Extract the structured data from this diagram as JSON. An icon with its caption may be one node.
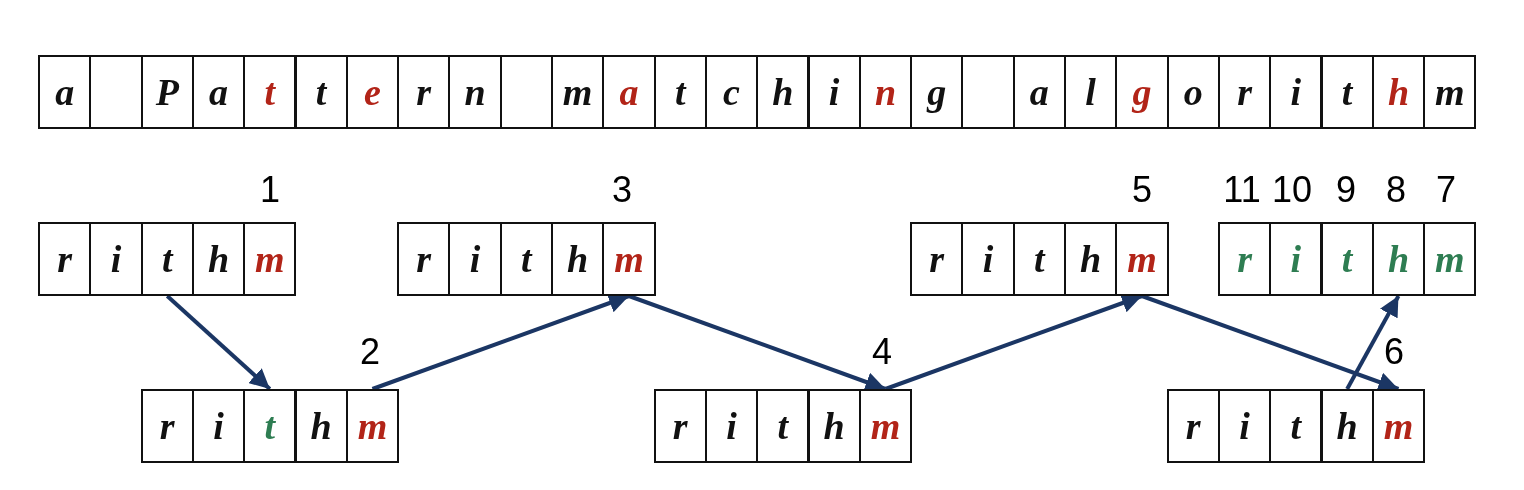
{
  "diagram": {
    "nodes": [
      {
        "text": [
          "a"
        ]
      },
      {
        "text": [],
        "shape": "box"
      },
      {
        "text": [
          "P"
        ]
      },
      {
        "text": [
          "a"
        ]
      },
      {
        "text": [
          "t"
        ]
      },
      {
        "text": [
          "t"
        ]
      },
      {
        "text": [
          "e"
        ]
      },
      {
        "text": [
          "r"
        ]
      },
      {
        "text": [
          "n"
        ]
      },
      {
        "text": [],
        "shape": "box"
      },
      {
        "text": [
          "m"
        ]
      },
      {
        "text": [
          "a"
        ]
      },
      {
        "text": [
          "t"
        ]
      },
      {
        "text": [
          "c"
        ]
      },
      {
        "text": [
          "h"
        ]
      },
      {
        "text": [
          "i"
        ]
      },
      {
        "text": [
          "n"
        ]
      },
      {
        "text": [
          "g"
        ]
      },
      {
        "text": [],
        "shape": "box"
      },
      {
        "text": [
          "a"
        ]
      },
      {
        "text": [
          "l"
        ]
      },
      {
        "text": [
          "g"
        ]
      },
      {
        "text": [
          "o"
        ]
      },
      {
        "text": [
          "r"
        ]
      },
      {
        "text": [
          "i"
        ]
      },
      {
        "text": [
          "t"
        ]
      },
      {
        "text": [
          "h"
        ]
      },
      {
        "text": [
          "m"
        ]
      },
      {
        "text": [
          "r"
        ]
      },
      {
        "text": [
          "i"
        ]
      },
      {
        "text": [
          "t"
        ]
      },
      {
        "text": [
          "h"
        ]
      },
      {
        "text": [
          "m"
        ]
      },
      {
        "text": [
          "r"
        ]
      },
      {
        "text": [
          "i"
        ]
      },
      {
        "text": [
          "t"
        ]
      },
      {
        "text": [
          "h"
        ]
      },
      {
        "text": [
          "m"
        ]
      },
      {
        "text": [
          "r"
        ]
      },
      {
        "text": [
          "i"
        ]
      },
      {
        "text": [
          "t"
        ]
      },
      {
        "text": [
          "h"
        ]
      },
      {
        "text": [
          "m"
        ]
      },
      {
        "text": [
          "r"
        ]
      },
      {
        "text": [
          "i"
        ]
      },
      {
        "text": [
          "t"
        ]
      },
      {
        "text": [
          "h"
        ]
      },
      {
        "text": [
          "m"
        ]
      },
      {
        "text": [
          "r"
        ]
      },
      {
        "text": [
          "i"
        ]
      },
      {
        "text": [
          "t"
        ]
      },
      {
        "text": [
          "h"
        ]
      },
      {
        "text": [
          "m"
        ]
      },
      {
        "text": [
          "r"
        ]
      },
      {
        "text": [
          "i"
        ]
      },
      {
        "text": [
          "t"
        ]
      },
      {
        "text": [
          "h"
        ]
      },
      {
        "text": [
          "m"
        ]
      },
      {
        "text": [
          "r"
        ]
      },
      {
        "text": [
          "i"
        ]
      },
      {
        "text": [
          "t"
        ]
      },
      {
        "text": [
          "h"
        ]
      },
      {
        "text": [
          "m"
        ]
      }
    ],
    "edges": [
      {
        "from": 30,
        "to": 50,
        "arrow": "to"
      },
      {
        "from": 52,
        "to": 37,
        "arrow": "to"
      },
      {
        "from": 37,
        "to": 57,
        "arrow": "to"
      },
      {
        "from": 57,
        "to": 42,
        "arrow": "to"
      },
      {
        "from": 42,
        "to": 62,
        "arrow": "to"
      },
      {
        "from": 61,
        "to": 46,
        "arrow": "to"
      }
    ],
    "labels": [
      "1",
      "3",
      "5",
      "11",
      "10",
      "9",
      "8",
      "7",
      "2",
      "4",
      "6"
    ]
  }
}
